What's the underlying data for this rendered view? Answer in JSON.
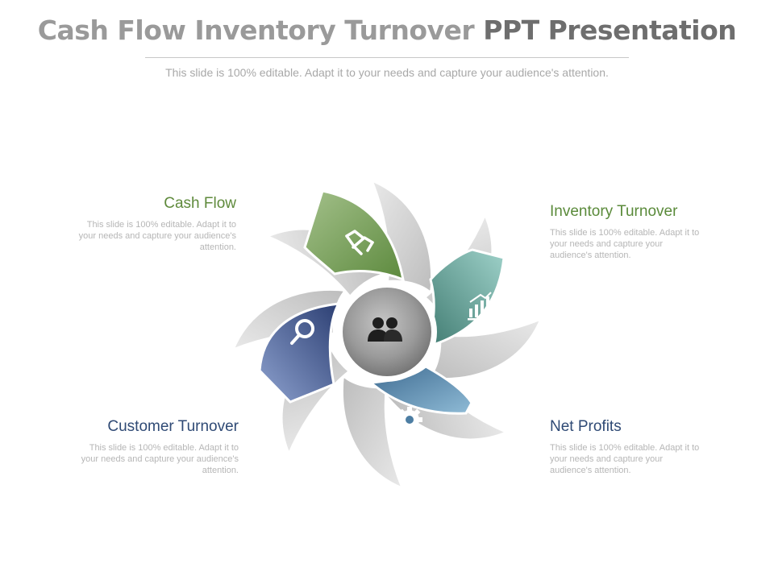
{
  "header": {
    "title_part1": "Cash Flow Inventory Turnover",
    "title_part2": "PPT Presentation",
    "subtitle": "This slide is 100% editable. Adapt it to your needs and capture your audience's attention."
  },
  "sections": {
    "cash_flow": {
      "title": "Cash Flow",
      "text": "This slide is 100% editable. Adapt it to your needs and capture your audience's attention.",
      "color": "#5f8a3c",
      "icon": "handshake-icon"
    },
    "inventory_turnover": {
      "title": "Inventory Turnover",
      "text": "This slide is 100% editable. Adapt it to your needs and capture your audience's attention.",
      "color": "#5a8a3a",
      "icon": "bar-chart-icon"
    },
    "customer_turnover": {
      "title": "Customer Turnover",
      "text": "This slide is 100% editable. Adapt it to your needs and capture your audience's attention.",
      "color": "#2f4a75",
      "icon": "search-icon"
    },
    "net_profits": {
      "title": "Net Profits",
      "text": "This slide is 100% editable. Adapt it to your needs and capture your audience's attention.",
      "color": "#2f4a75",
      "icon": "gear-icon"
    }
  },
  "center": {
    "icon": "users-icon"
  },
  "colors": {
    "green_petal": "#7fa65f",
    "teal_petal": "#5c9a90",
    "blue_petal": "#5e74a8",
    "lightblue_petal": "#6f9cbc",
    "gray_petal": "#cfcfcf"
  }
}
